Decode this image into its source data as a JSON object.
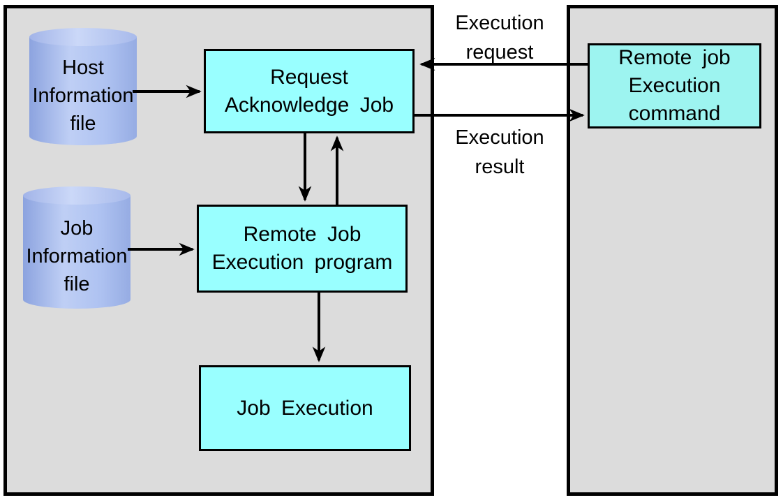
{
  "nodes": {
    "host_file": {
      "type": "cylinder",
      "lines": [
        "Host",
        "Information",
        "file"
      ]
    },
    "job_file": {
      "type": "cylinder",
      "lines": [
        "Job",
        "Information",
        "file"
      ]
    },
    "request_ack": {
      "type": "process",
      "lines": [
        "Request",
        "Acknowledge Job"
      ]
    },
    "remote_program": {
      "type": "process",
      "lines": [
        "Remote Job",
        "Execution program"
      ]
    },
    "job_exec": {
      "type": "process",
      "lines": [
        "Job Execution"
      ]
    },
    "remote_command": {
      "type": "process",
      "lines": [
        "Remote job",
        "Execution",
        "command"
      ]
    }
  },
  "labels": {
    "execution_request": {
      "lines": [
        "Execution",
        "request"
      ]
    },
    "execution_result": {
      "lines": [
        "Execution",
        "result"
      ]
    }
  },
  "arrows": [
    {
      "from": "host_file",
      "to": "request_ack",
      "label": ""
    },
    {
      "from": "job_file",
      "to": "remote_program",
      "label": ""
    },
    {
      "from": "request_ack",
      "to": "remote_program",
      "label": ""
    },
    {
      "from": "remote_program",
      "to": "request_ack",
      "label": ""
    },
    {
      "from": "remote_program",
      "to": "job_exec",
      "label": ""
    },
    {
      "from": "remote_command",
      "to": "request_ack",
      "label": "Execution request"
    },
    {
      "from": "request_ack",
      "to": "remote_command",
      "label": "Execution result"
    }
  ],
  "colors": {
    "canvas_bg": "#ffffff",
    "panel_bg": "#dcdcdc",
    "panel_border": "#000000",
    "box_fill": "#99ffff",
    "box_fill_remote": "#9df4f0",
    "box_border": "#000000",
    "cylinder_dark": "#8ca3df",
    "cylinder_mid": "#a9bcee",
    "cylinder_light": "#bfcff5",
    "cylinder_top_light": "#cbd8f8",
    "arrow": "#000000",
    "text": "#000000"
  }
}
